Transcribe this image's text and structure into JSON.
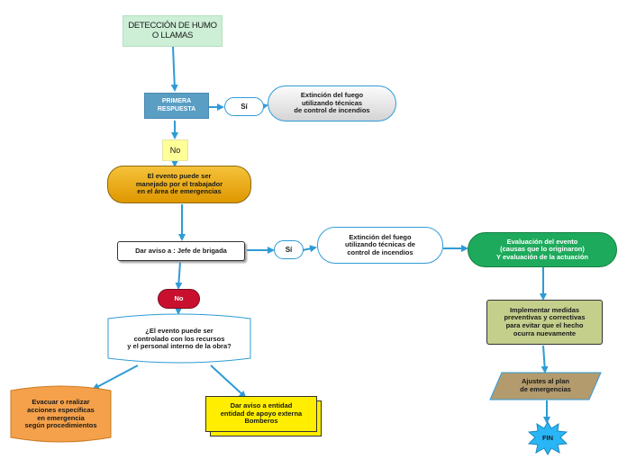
{
  "colors": {
    "arrow": "#2e9bd6",
    "start_fill": "#ccefd6",
    "primera_fill": "#5a9ec4",
    "yes_fill": "#ffff99",
    "gold_fill": "#f0b012",
    "red_fill": "#c8102e",
    "green_fill": "#1eaa5c",
    "olive_fill": "#c4cf8c",
    "brown_fill": "#b39b6d",
    "orange_fill": "#f5a14b",
    "yellow_fill": "#ffee00",
    "fin_fill": "#29b6f6"
  },
  "nodes": {
    "start": "DETECCIÓN DE HUMO\nO LLAMAS",
    "primera": "PRIMERA\nRESPUESTA",
    "si1": "Sí",
    "ext1": "Extinción del fuego\nutilizando técnicas\nde control de incendios",
    "no1": "No",
    "manejado": "El evento puede ser\nmanejado por el trabajador\nen el área de emergencias",
    "aviso_jefe": "Dar aviso a : Jefe de brigada",
    "si2": "Sí",
    "ext2": "Extinción del fuego\nutilizando técnicas de\ncontrol de incendios",
    "evaluacion": "Evaluación del evento\n(causas que lo originaron)\nY evaluación de la actuación",
    "no2": "No",
    "controlado": "¿El evento puede ser\ncontrolado con los recursos\ny el personal interno de la obra?",
    "medidas": "Implementar medidas\npreventivas y correctivas\npara evitar que el hecho\nocurra nuevamente",
    "ajustes": "Ajustes al plan\nde emergencias",
    "evacuar": "Evacuar o realizar\nacciones específicas\nen emergencia\nsegún procedimientos",
    "bomberos": "Dar aviso a entidad\nentidad de apoyo externa\nBomberos",
    "fin": "FIN"
  }
}
